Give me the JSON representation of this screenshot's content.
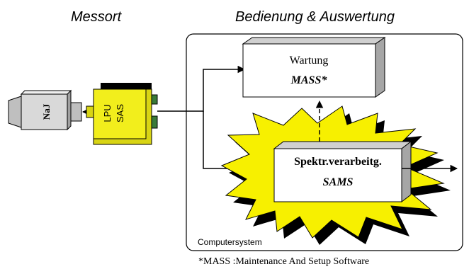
{
  "headers": {
    "left": "Messort",
    "right": "Bedienung & Auswertung"
  },
  "detector": {
    "label": "NaJ"
  },
  "lpu": {
    "line1": "LPU",
    "line2": "SAS"
  },
  "wartung": {
    "title": "Wartung",
    "subtitle": "MASS*"
  },
  "spektr": {
    "title": "Spektr.verarbeitg.",
    "subtitle": "SAMS"
  },
  "computer": {
    "label": "Computersystem"
  },
  "footnote": "*MASS :Maintenance And Setup Software",
  "colors": {
    "lpu_yellow": "#f2ee1c",
    "burst_yellow": "#f7f000",
    "box_face": "#ffffff",
    "box_side": "#a6a6a6",
    "shadow": "#000000",
    "line": "#000000",
    "detector": "#d9d9d9"
  }
}
